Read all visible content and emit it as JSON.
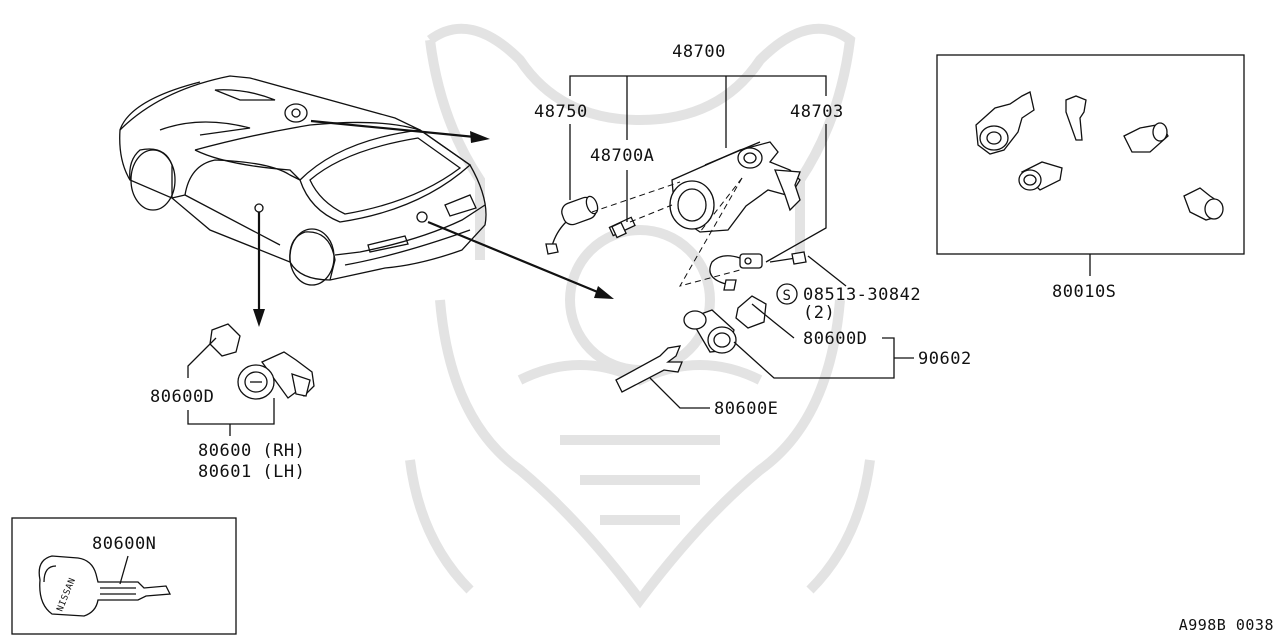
{
  "callouts": {
    "assembly": "48700",
    "ignition_switch": "48750",
    "ignition_knob": "48700A",
    "steering_lock": "48703",
    "screw": "08513-30842",
    "screw_qty": "(2)",
    "screw_symbol": "S",
    "door_gasket": "80600D",
    "trunk_gasket": "80600D",
    "trunk_cylinder_set": "90602",
    "trunk_lever": "80600E",
    "door_cylinder_rh": "80600 (RH)",
    "door_cylinder_lh": "80601 (LH)",
    "key_blank": "80600N",
    "key_brand": "NISSAN",
    "lock_set": "80010S"
  },
  "diagram_code": "A998B 0038"
}
